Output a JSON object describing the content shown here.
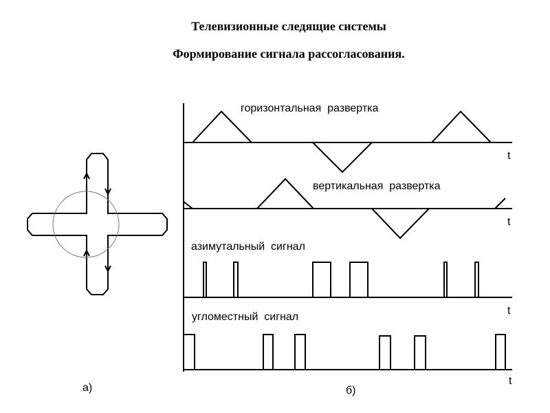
{
  "title": "Телевизионные следящие системы",
  "subtitle": "Формирование сигнала рассогласования.",
  "diagram_a": {
    "label": "а)"
  },
  "diagram_b": {
    "label": "б)",
    "time_axis_label": "t",
    "signals": [
      {
        "name": "горизонтальная  развертка"
      },
      {
        "name": "вертикальная  развертка"
      },
      {
        "name": "азимутальный  сигнал"
      },
      {
        "name": "угломестный  сигнал"
      }
    ]
  }
}
